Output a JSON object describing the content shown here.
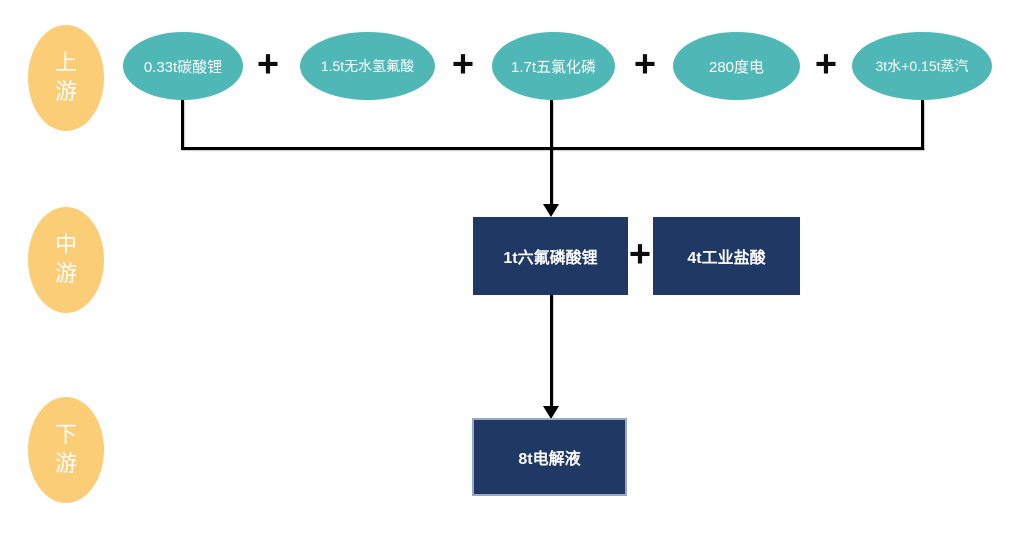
{
  "diagram": {
    "plus": "+",
    "stages": [
      {
        "label": "上游"
      },
      {
        "label": "中游"
      },
      {
        "label": "下游"
      }
    ],
    "upstream_inputs": [
      {
        "label": "0.33t碳酸锂"
      },
      {
        "label": "1.5t无水氢氟酸"
      },
      {
        "label": "1.7t五氯化磷"
      },
      {
        "label": "280度电"
      },
      {
        "label": "3t水+0.15t蒸汽"
      }
    ],
    "midstream": {
      "main_product": "1t六氟磷酸锂",
      "byproduct": "4t工业盐酸"
    },
    "downstream": {
      "product": "8t电解液"
    },
    "colors": {
      "input_ellipse": "#4FB8B6",
      "stage_ellipse": "#FBCD77",
      "product_box": "#1F3864",
      "final_box_border": "#98A8C6",
      "connector": "#000000",
      "text_on_fill": "#FFFFFF"
    }
  }
}
